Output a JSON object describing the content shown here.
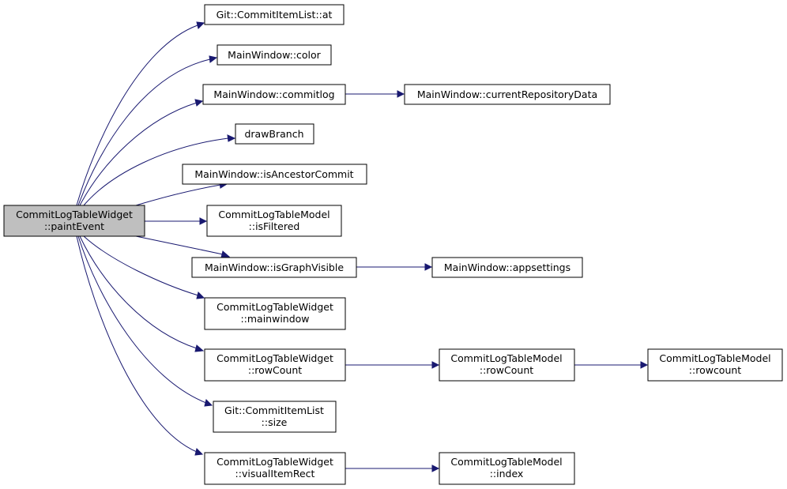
{
  "nodes": {
    "root": {
      "line1": "CommitLogTableWidget",
      "line2": "::paintEvent"
    },
    "at": {
      "line1": "Git::CommitItemList::at"
    },
    "color": {
      "line1": "MainWindow::color"
    },
    "commitlog": {
      "line1": "MainWindow::commitlog"
    },
    "currentRepositoryData": {
      "line1": "MainWindow::currentRepositoryData"
    },
    "drawBranch": {
      "line1": "drawBranch"
    },
    "isAncestorCommit": {
      "line1": "MainWindow::isAncestorCommit"
    },
    "isFiltered": {
      "line1": "CommitLogTableModel",
      "line2": "::isFiltered"
    },
    "isGraphVisible": {
      "line1": "MainWindow::isGraphVisible"
    },
    "appsettings": {
      "line1": "MainWindow::appsettings"
    },
    "mainwindow": {
      "line1": "CommitLogTableWidget",
      "line2": "::mainwindow"
    },
    "rowCountWidget": {
      "line1": "CommitLogTableWidget",
      "line2": "::rowCount"
    },
    "rowCountModel": {
      "line1": "CommitLogTableModel",
      "line2": "::rowCount"
    },
    "rowcount": {
      "line1": "CommitLogTableModel",
      "line2": "::rowcount"
    },
    "size": {
      "line1": "Git::CommitItemList",
      "line2": "::size"
    },
    "visualItemRect": {
      "line1": "CommitLogTableWidget",
      "line2": "::visualItemRect"
    },
    "index": {
      "line1": "CommitLogTableModel",
      "line2": "::index"
    }
  }
}
